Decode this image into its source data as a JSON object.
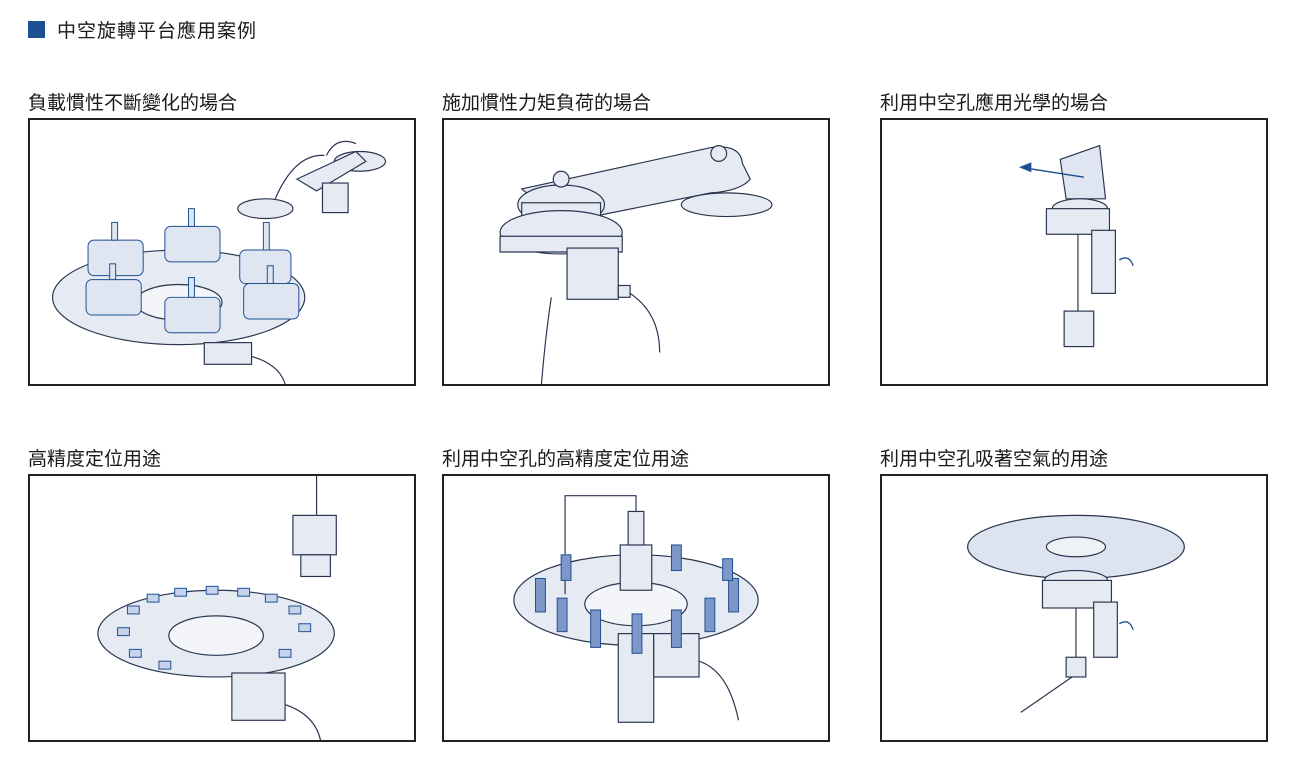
{
  "section": {
    "title": "中空旋轉平台應用案例",
    "marker_color": "#1d4f91"
  },
  "examples": [
    {
      "caption": "負載慣性不斷變化的場合"
    },
    {
      "caption": "施加慣性力矩負荷的場合"
    },
    {
      "caption": "利用中空孔應用光學的場合"
    },
    {
      "caption": "高精度定位用途"
    },
    {
      "caption": "利用中空孔的高精度定位用途"
    },
    {
      "caption": "利用中空孔吸著空氣的用途"
    }
  ],
  "colors": {
    "accent": "#1d4f91",
    "fill": "#e6ebf3",
    "line": "#2a3550"
  }
}
